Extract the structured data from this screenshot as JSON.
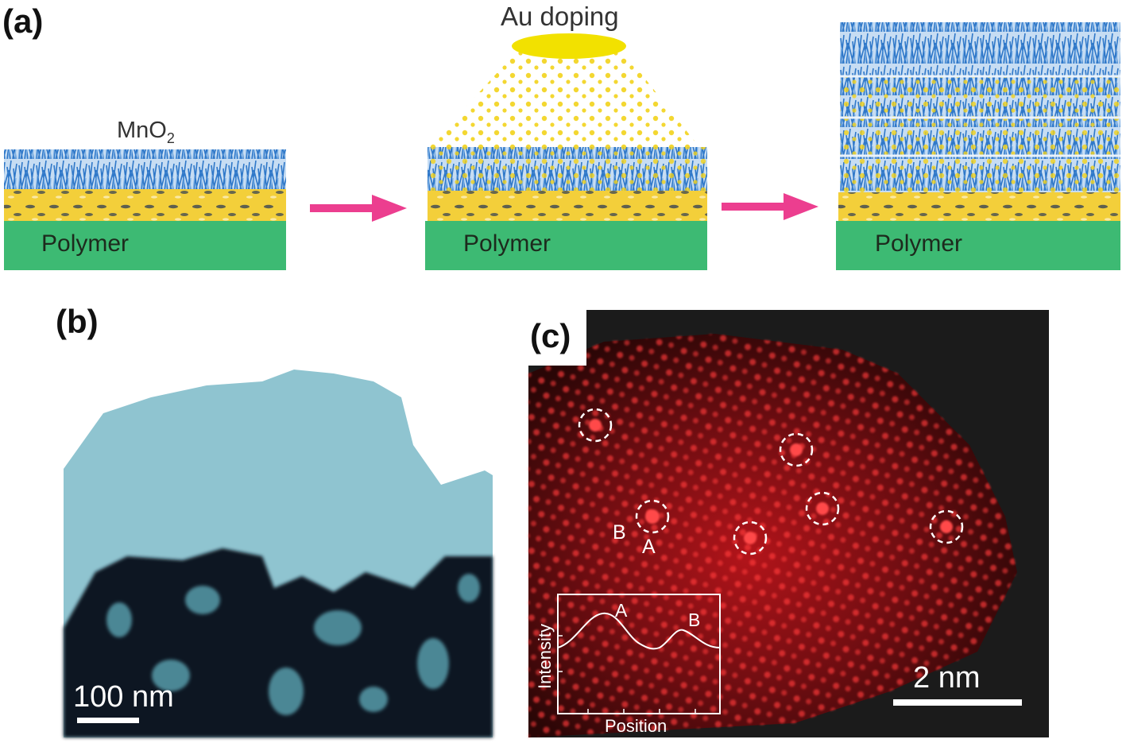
{
  "panel_a": {
    "label": "(a)",
    "mno2_main": "MnO",
    "mno2_sub": "2",
    "au_doping": "Au doping",
    "stage_substrates": [
      "Polymer",
      "Polymer",
      "Polymer"
    ]
  },
  "panel_b": {
    "label": "(b)",
    "scale_bar": "100 nm"
  },
  "panel_c": {
    "label": "(c)",
    "scale_bar": "2 nm",
    "point_a": "A",
    "point_b": "B",
    "inset": {
      "ylabel": "Intensity",
      "xlabel": "Position",
      "peak_a": "A",
      "peak_b": "B"
    }
  },
  "colors": {
    "polymer_green": "#3dba73",
    "mno2_blue": "#4a8fd6",
    "gold": "#f2d21a",
    "arrow_pink": "#ec3e8f",
    "tem_cyan": "#8fc4d0",
    "haadf_red": "#e8262b"
  }
}
